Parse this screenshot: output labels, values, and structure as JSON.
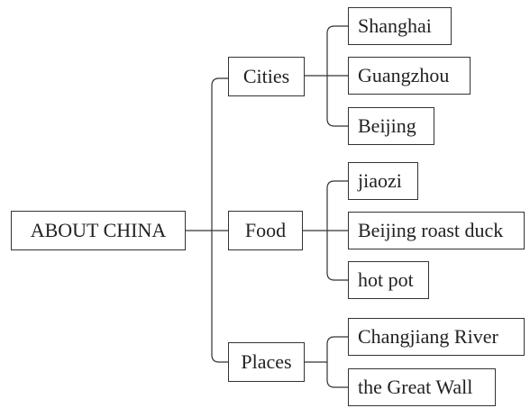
{
  "root": {
    "label": "ABOUT CHINA"
  },
  "branches": [
    {
      "label": "Cities",
      "children": [
        "Shanghai",
        "Guangzhou",
        "Beijing"
      ]
    },
    {
      "label": "Food",
      "children": [
        "jiaozi",
        "Beijing roast duck",
        "hot pot"
      ]
    },
    {
      "label": "Places",
      "children": [
        "Changjiang River",
        "the Great Wall"
      ]
    }
  ],
  "colors": {
    "line": "#333333",
    "text": "#222222",
    "background": "#ffffff"
  }
}
